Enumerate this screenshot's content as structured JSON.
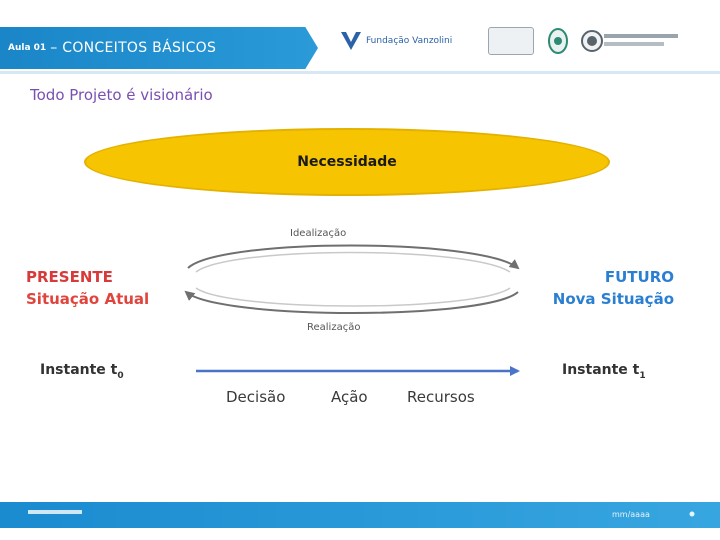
{
  "header": {
    "prefix": "Aula 01",
    "title": "– CONCEITOS BÁSICOS"
  },
  "logos": {
    "fundacao": "Fundação Vanzolini"
  },
  "subtitle": "Todo Projeto é visionário",
  "diagram": {
    "ellipse_label": "Necessidade",
    "top_arrow_label": "Idealização",
    "bottom_arrow_label": "Realização",
    "present_title": "PRESENTE",
    "present_sub": "Situação Atual",
    "future_title": "FUTURO",
    "future_sub": "Nova Situação",
    "instant_left": "Instante t",
    "instant_left_sub": "0",
    "instant_right": "Instante t",
    "instant_right_sub": "1",
    "steps": [
      "Decisão",
      "Ação",
      "Recursos"
    ]
  },
  "footer": {
    "date": "mm/aaaa"
  },
  "colors": {
    "banner": "#1a86c8",
    "ellipse": "#f6c400",
    "present": "#d83a3a",
    "future": "#2a7fd2",
    "subtitle": "#7a4fb2"
  }
}
